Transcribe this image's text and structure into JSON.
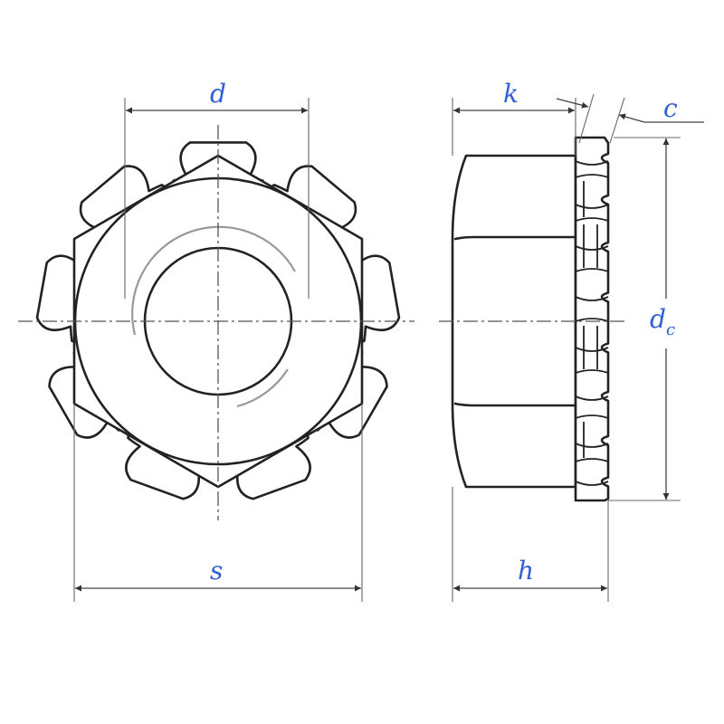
{
  "dimensions": {
    "d": "d",
    "s": "s",
    "k": "k",
    "c": "c",
    "h": "h",
    "dc_main": "d",
    "dc_sub": "c"
  },
  "colors": {
    "label": "#2f5fd6",
    "line": "#222222"
  }
}
